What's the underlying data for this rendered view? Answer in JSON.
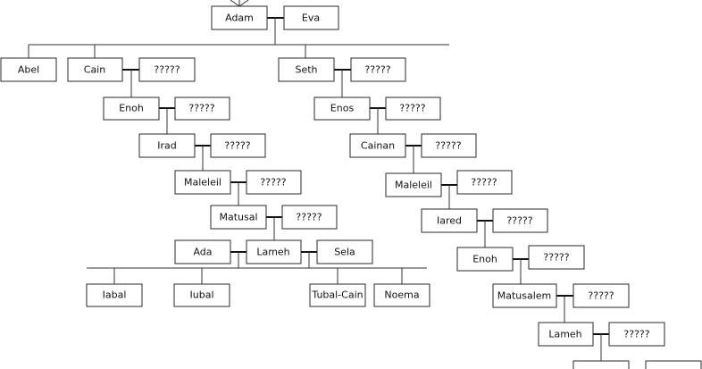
{
  "people": {
    "adam": "Adam",
    "eva": "Eva",
    "abel": "Abel",
    "cain": "Cain",
    "cain_wife": "?????",
    "seth": "Seth",
    "seth_wife": "?????",
    "enoh_c": "Enoh",
    "enoh_c_wife": "?????",
    "enos": "Enos",
    "enos_wife": "?????",
    "irad": "Irad",
    "irad_wife": "?????",
    "cainan": "Cainan",
    "cainan_wife": "?????",
    "maleleil_c": "Maleleil",
    "maleleil_c_wife": "?????",
    "maleleil_s": "Maleleil",
    "maleleil_s_wife": "?????",
    "matusal": "Matusal",
    "matusal_wife": "?????",
    "iared": "Iared",
    "iared_wife": "?????",
    "ada": "Ada",
    "lameh_c": "Lameh",
    "sela": "Sela",
    "enoh_s": "Enoh",
    "enoh_s_wife": "?????",
    "iabal": "Iabal",
    "iubal": "Iubal",
    "tubal_cain": "Tubal-Cain",
    "noema": "Noema",
    "matusalem": "Matusalem",
    "matusalem_wife": "?????",
    "lameh_s": "Lameh",
    "lameh_s_wife": "?????"
  }
}
